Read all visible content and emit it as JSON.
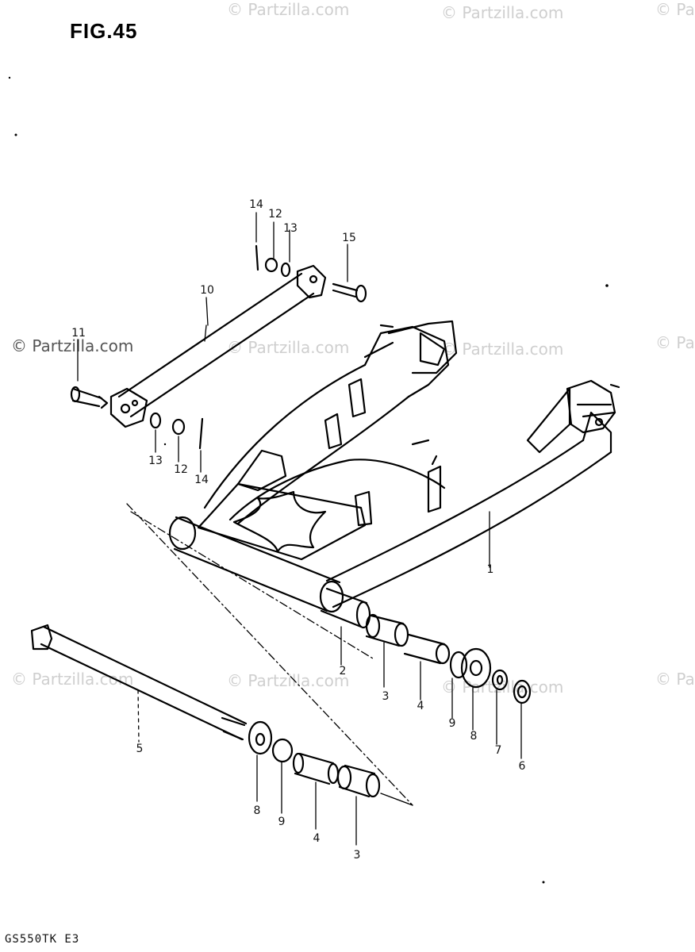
{
  "figure": {
    "title": "FIG.45",
    "model": "GS550TK E3"
  },
  "watermark": {
    "text": "© Partzilla.com",
    "partial": "© Pa"
  },
  "callouts": [
    "1",
    "2",
    "3",
    "3",
    "4",
    "4",
    "5",
    "6",
    "7",
    "8",
    "8",
    "9",
    "9",
    "10",
    "11",
    "12",
    "12",
    "13",
    "13",
    "14",
    "14",
    "15"
  ],
  "colors": {
    "ink": "#000000",
    "watermark": "#cfcfcf"
  }
}
